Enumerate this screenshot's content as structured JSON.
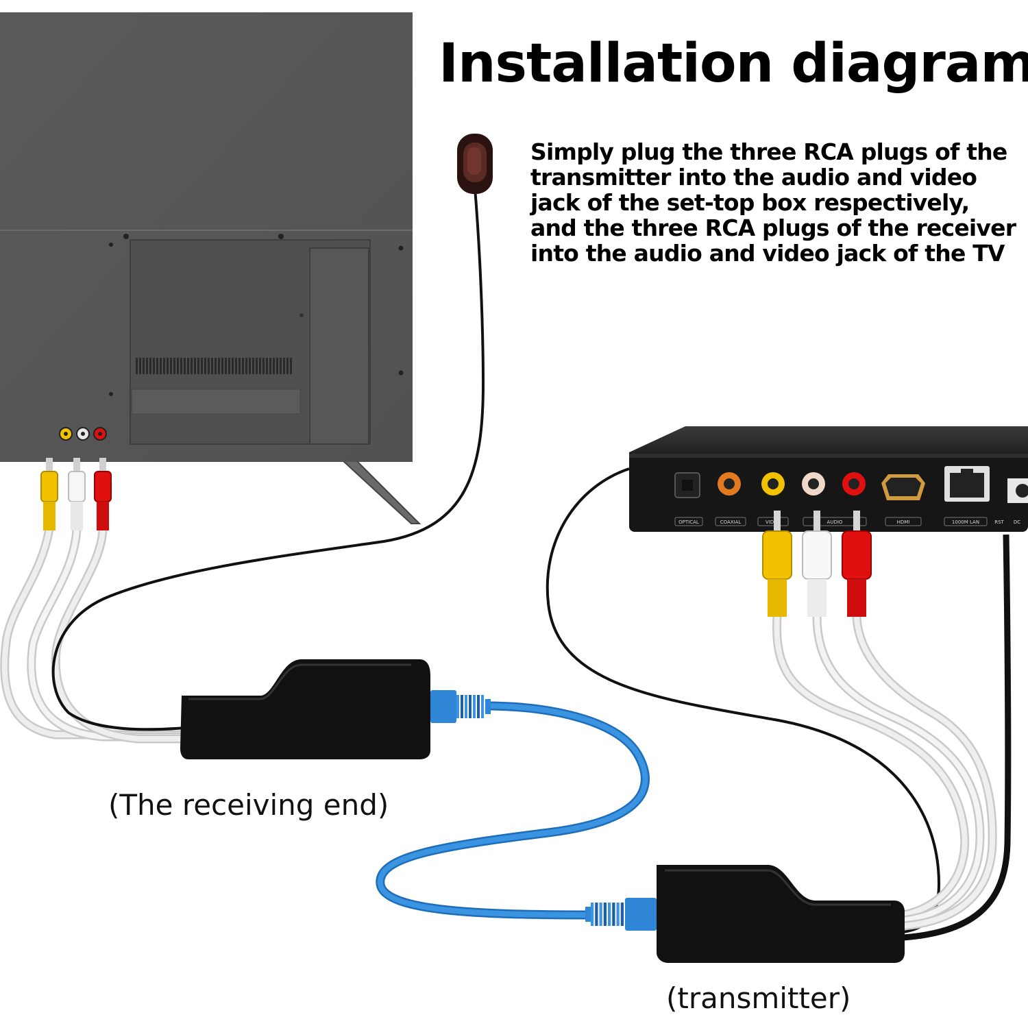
{
  "title": "Installation diagram",
  "description": {
    "lines": [
      "Simply plug the three RCA plugs of the",
      "transmitter into the audio and video",
      "jack of the set-top box respectively,",
      "and the three RCA plugs of the receiver",
      "into the audio and video jack of the TV"
    ]
  },
  "labels": {
    "receiver": "(The receiving end)",
    "transmitter": "(transmitter)"
  },
  "settop_box_ports": [
    "OPTICAL",
    "COAXIAL",
    "VIDEO",
    "AUDIO",
    "HDMI",
    "1000M LAN",
    "RST",
    "DC"
  ],
  "colors": {
    "tv_body": "#595959",
    "cable_blue": "#2f86d6",
    "rca_yellow": "#f2c200",
    "rca_white": "#eeeeee",
    "rca_red": "#e01010",
    "device_black": "#111111"
  }
}
